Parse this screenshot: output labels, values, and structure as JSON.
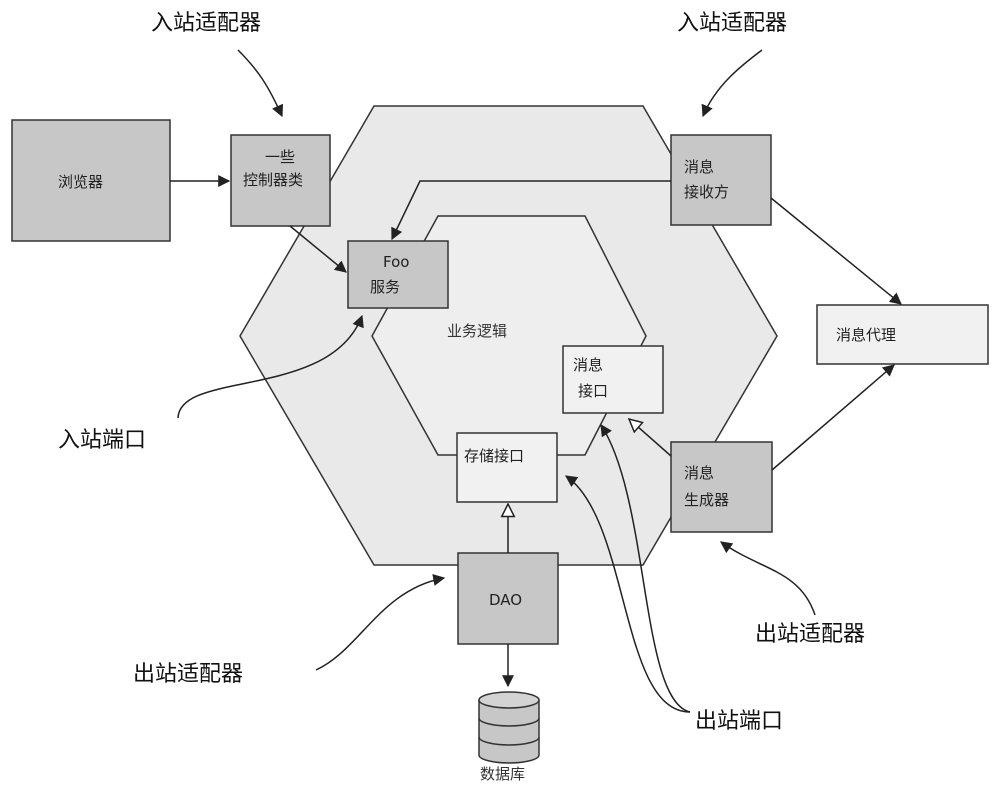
{
  "labels": {
    "inbound_adapter_top_left": "入站适配器",
    "inbound_adapter_top_right": "入站适配器",
    "inbound_port": "入站端口",
    "outbound_adapter_left": "出站适配器",
    "outbound_adapter_right": "出站适配器",
    "outbound_port": "出站端口",
    "business_logic": "业务逻辑",
    "database": "数据库"
  },
  "boxes": {
    "browser": "浏览器",
    "controllers_line1": "一些",
    "controllers_line2": "控制器类",
    "foo_service_line1": "Foo",
    "foo_service_line2": "服务",
    "message_receiver_line1": "消息",
    "message_receiver_line2": "接收方",
    "message_broker": "消息代理",
    "message_interface_line1": "消息",
    "message_interface_line2": "接口",
    "storage_interface": "存储接口",
    "message_producer_line1": "消息",
    "message_producer_line2": "生成器",
    "dao": "DAO"
  },
  "colors": {
    "outer_hexagon_fill": "#e9e9e9",
    "box_dark_fill": "#c7c7c7",
    "box_light_fill": "#f1f1f1",
    "stroke": "#333333"
  }
}
